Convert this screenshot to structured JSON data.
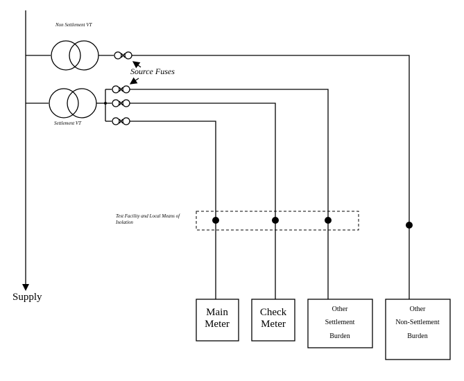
{
  "labels": {
    "non_settlement_vt": "Non Settlement VT",
    "settlement_vt": "Settlement VT",
    "source_fuses": "Source Fuses",
    "test_facility_line1": "Test Facility and Local Means of",
    "test_facility_line2": "Isolation",
    "supply": "Supply"
  },
  "boxes": {
    "main_meter": [
      "Main",
      "Meter"
    ],
    "check_meter": [
      "Check",
      "Meter"
    ],
    "other_settlement": [
      "Other",
      "Settlement",
      "Burden"
    ],
    "other_non_settlement": [
      "Other",
      "Non-Settlement",
      "Burden"
    ]
  }
}
